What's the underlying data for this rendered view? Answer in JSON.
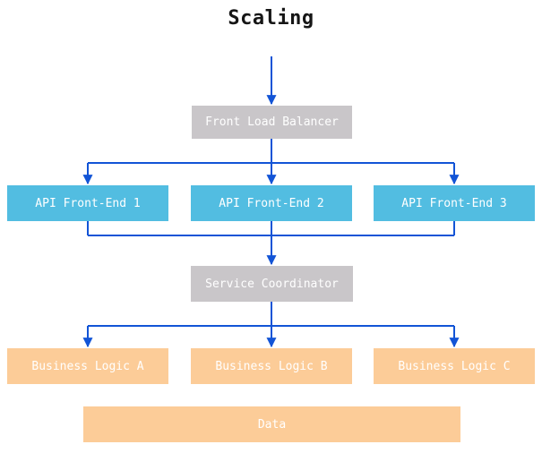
{
  "colors": {
    "background": "#ffffff",
    "title-text": "#161616",
    "edge-blue": "#1254d6",
    "node-gray": "#c9c6c9",
    "node-cyan": "#52bde1",
    "node-orange": "#fccc98",
    "node-text": "#ffffff"
  },
  "diagram": {
    "title": "Scaling",
    "nodes": {
      "front_load_balancer": {
        "label": "Front Load Balancer",
        "style": "gray"
      },
      "api_front_end_1": {
        "label": "API Front-End 1",
        "style": "cyan"
      },
      "api_front_end_2": {
        "label": "API Front-End 2",
        "style": "cyan"
      },
      "api_front_end_3": {
        "label": "API Front-End 3",
        "style": "cyan"
      },
      "service_coordinator": {
        "label": "Service Coordinator",
        "style": "gray"
      },
      "business_logic_a": {
        "label": "Business Logic A",
        "style": "orange"
      },
      "business_logic_b": {
        "label": "Business Logic B",
        "style": "orange"
      },
      "business_logic_c": {
        "label": "Business Logic C",
        "style": "orange"
      },
      "data_store": {
        "label": "Data",
        "style": "orange"
      }
    },
    "edges": [
      {
        "from": "start",
        "to": "front_load_balancer"
      },
      {
        "from": "front_load_balancer",
        "to": "api_front_end_1"
      },
      {
        "from": "front_load_balancer",
        "to": "api_front_end_2"
      },
      {
        "from": "front_load_balancer",
        "to": "api_front_end_3"
      },
      {
        "from": "api_front_end_1",
        "to": "service_coordinator"
      },
      {
        "from": "api_front_end_2",
        "to": "service_coordinator"
      },
      {
        "from": "api_front_end_3",
        "to": "service_coordinator"
      },
      {
        "from": "service_coordinator",
        "to": "business_logic_a"
      },
      {
        "from": "service_coordinator",
        "to": "business_logic_b"
      },
      {
        "from": "service_coordinator",
        "to": "business_logic_c"
      }
    ]
  }
}
